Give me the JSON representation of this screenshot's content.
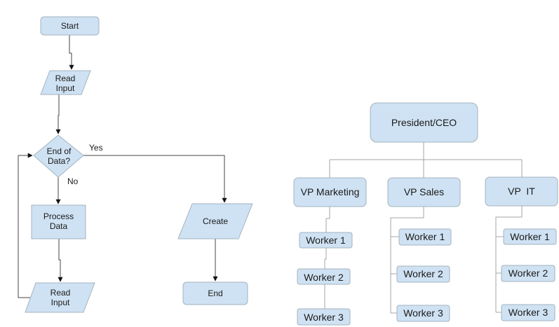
{
  "flowchart": {
    "nodes": {
      "start": "Start",
      "read_input_1": [
        "Read",
        "Input"
      ],
      "decision": [
        "End of",
        "Data?"
      ],
      "process": [
        "Process",
        "Data"
      ],
      "read_input_2": [
        "Read",
        "Input"
      ],
      "create": "Create",
      "end": "End"
    },
    "edge_labels": {
      "yes": "Yes",
      "no": "No"
    }
  },
  "org_chart": {
    "root": "President/CEO",
    "departments": [
      {
        "head": "VP Marketing",
        "workers": [
          "Worker 1",
          "Worker 2",
          "Worker 3"
        ]
      },
      {
        "head": "VP Sales",
        "workers": [
          "Worker 1",
          "Worker 2",
          "Worker 3"
        ]
      },
      {
        "head": "VP  IT",
        "workers": [
          "Worker 1",
          "Worker 2",
          "Worker 3"
        ]
      }
    ]
  },
  "colors": {
    "node_fill": "#cfe2f3",
    "node_stroke": "#a3b3bf",
    "flow_edge": "#444444",
    "org_edge": "#a6a6a6"
  }
}
